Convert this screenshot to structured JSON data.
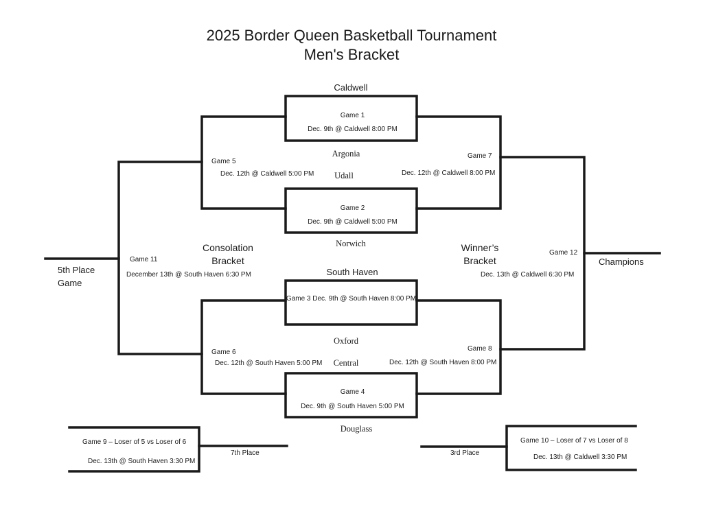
{
  "header": {
    "title": "2025 Border Queen Basketball Tournament",
    "subtitle": "Men's Bracket"
  },
  "teams": {
    "caldwell": "Caldwell",
    "argonia": "Argonia",
    "udall": "Udall",
    "norwich": "Norwich",
    "south_haven": "South Haven",
    "oxford": "Oxford",
    "central": "Central",
    "douglass": "Douglass"
  },
  "games": {
    "g1": {
      "name": "Game 1",
      "time": "Dec. 9th @ Caldwell 8:00 PM"
    },
    "g2": {
      "name": "Game 2",
      "time": "Dec. 9th @ Caldwell 5:00 PM"
    },
    "g3": {
      "full": "Game 3 Dec. 9th @ South Haven 8:00 PM"
    },
    "g4": {
      "name": "Game 4",
      "time": "Dec. 9th @ South Haven 5:00 PM"
    },
    "g5": {
      "name": "Game 5",
      "time": "Dec. 12th @ Caldwell 5:00 PM"
    },
    "g6": {
      "name": "Game 6",
      "time": "Dec. 12th @ South Haven 5:00 PM"
    },
    "g7": {
      "name": "Game 7",
      "time": "Dec. 12th @ Caldwell 8:00 PM"
    },
    "g8": {
      "name": "Game 8",
      "time": "Dec. 12th @ South Haven 8:00 PM"
    },
    "g9": {
      "name": "Game 9 – Loser of 5 vs Loser of 6",
      "time": "Dec. 13th @ South Haven 3:30 PM"
    },
    "g10": {
      "name": "Game 10 – Loser of 7 vs Loser of 8",
      "time": "Dec. 13th @ Caldwell 3:30 PM"
    },
    "g11": {
      "name": "Game 11",
      "time": "December 13th @ South Haven 6:30 PM"
    },
    "g12": {
      "name": "Game 12",
      "time": "Dec. 13th @ Caldwell 6:30 PM"
    }
  },
  "labels": {
    "consolation_line1": "Consolation",
    "consolation_line2": "Bracket",
    "winners_line1": "Winner’s",
    "winners_line2": "Bracket",
    "fifth_line1": "5th Place",
    "fifth_line2": "Game",
    "champions": "Champions",
    "seventh": "7th Place",
    "third": "3rd Place"
  },
  "colors": {
    "line": "#1a1a1a",
    "background": "#ffffff"
  }
}
